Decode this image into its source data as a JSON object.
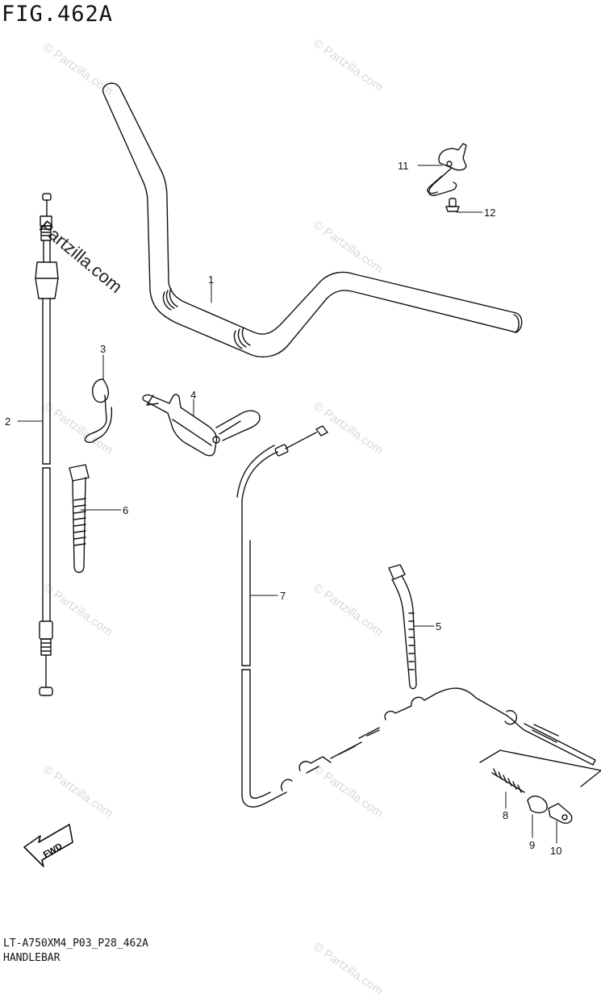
{
  "figure": {
    "title": "FIG.462A",
    "code": "LT-A750XM4_P03_P28_462A",
    "name": "HANDLEBAR"
  },
  "watermark": {
    "brand": "Partzilla.com",
    "repeat_text": "© Partzilla.com"
  },
  "fwd_label": "FWD",
  "callouts": [
    "1",
    "2",
    "3",
    "4",
    "5",
    "6",
    "7",
    "8",
    "9",
    "10",
    "11",
    "12"
  ]
}
